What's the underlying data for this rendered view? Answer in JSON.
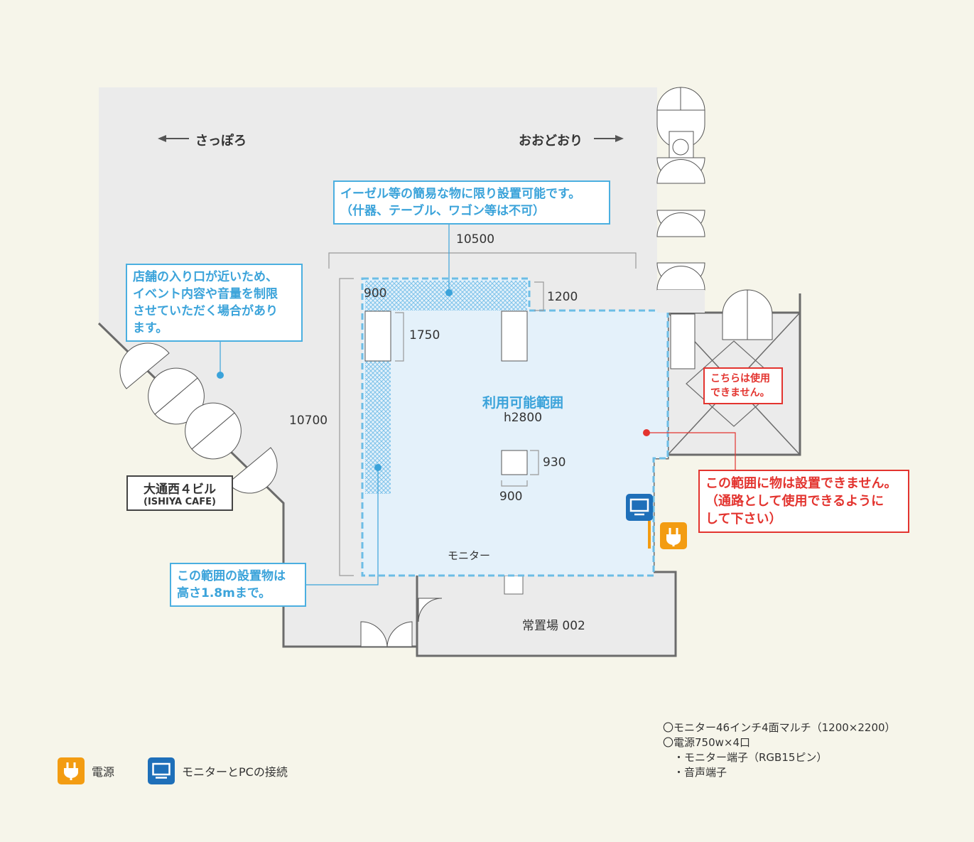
{
  "directions": {
    "left": "さっぽろ",
    "right": "おおどおり"
  },
  "callouts": {
    "easel": "イーゼル等の簡易な物に限り設置可能です。\n（什器、テーブル、ワゴン等は不可）",
    "shop": "店舗の入り口が近いため、\nイベント内容や音量を制限\nさせていただく場合があり\nます。",
    "height": "この範囲の設置物は\n高さ1.8mまで。",
    "not_usable": "こちらは使用\nできません。",
    "no_objects": "この範囲に物は設置できません。\n（通路として使用できるように\nして下さい）"
  },
  "building": {
    "name": "大通西４ビル",
    "sub": "(ISHIYA CAFE)"
  },
  "area": {
    "title": "利用可能範囲",
    "height": "h2800"
  },
  "dimensions": {
    "width_total": "10500",
    "height_total": "10700",
    "top_depth": "1200",
    "col_width": "900",
    "col_height": "1750",
    "pillar_h": "930",
    "pillar_w": "900"
  },
  "monitor_label": "モニター",
  "storage_label": "常置場 002",
  "legend": {
    "power": "電源",
    "monitor_pc": "モニターとPCの接続"
  },
  "notes": [
    "〇モニター46インチ4面マルチ（1200×2200）",
    "〇電源750w×4口",
    "　・モニター端子（RGB15ピン）",
    "　・音声端子"
  ],
  "colors": {
    "accent_blue": "#3ba3da",
    "usable_fill": "#e4f1fa",
    "restricted_red": "#e3342f",
    "wall": "#6b6b6b",
    "power": "#f39c12",
    "monitor": "#1e6fb9"
  }
}
